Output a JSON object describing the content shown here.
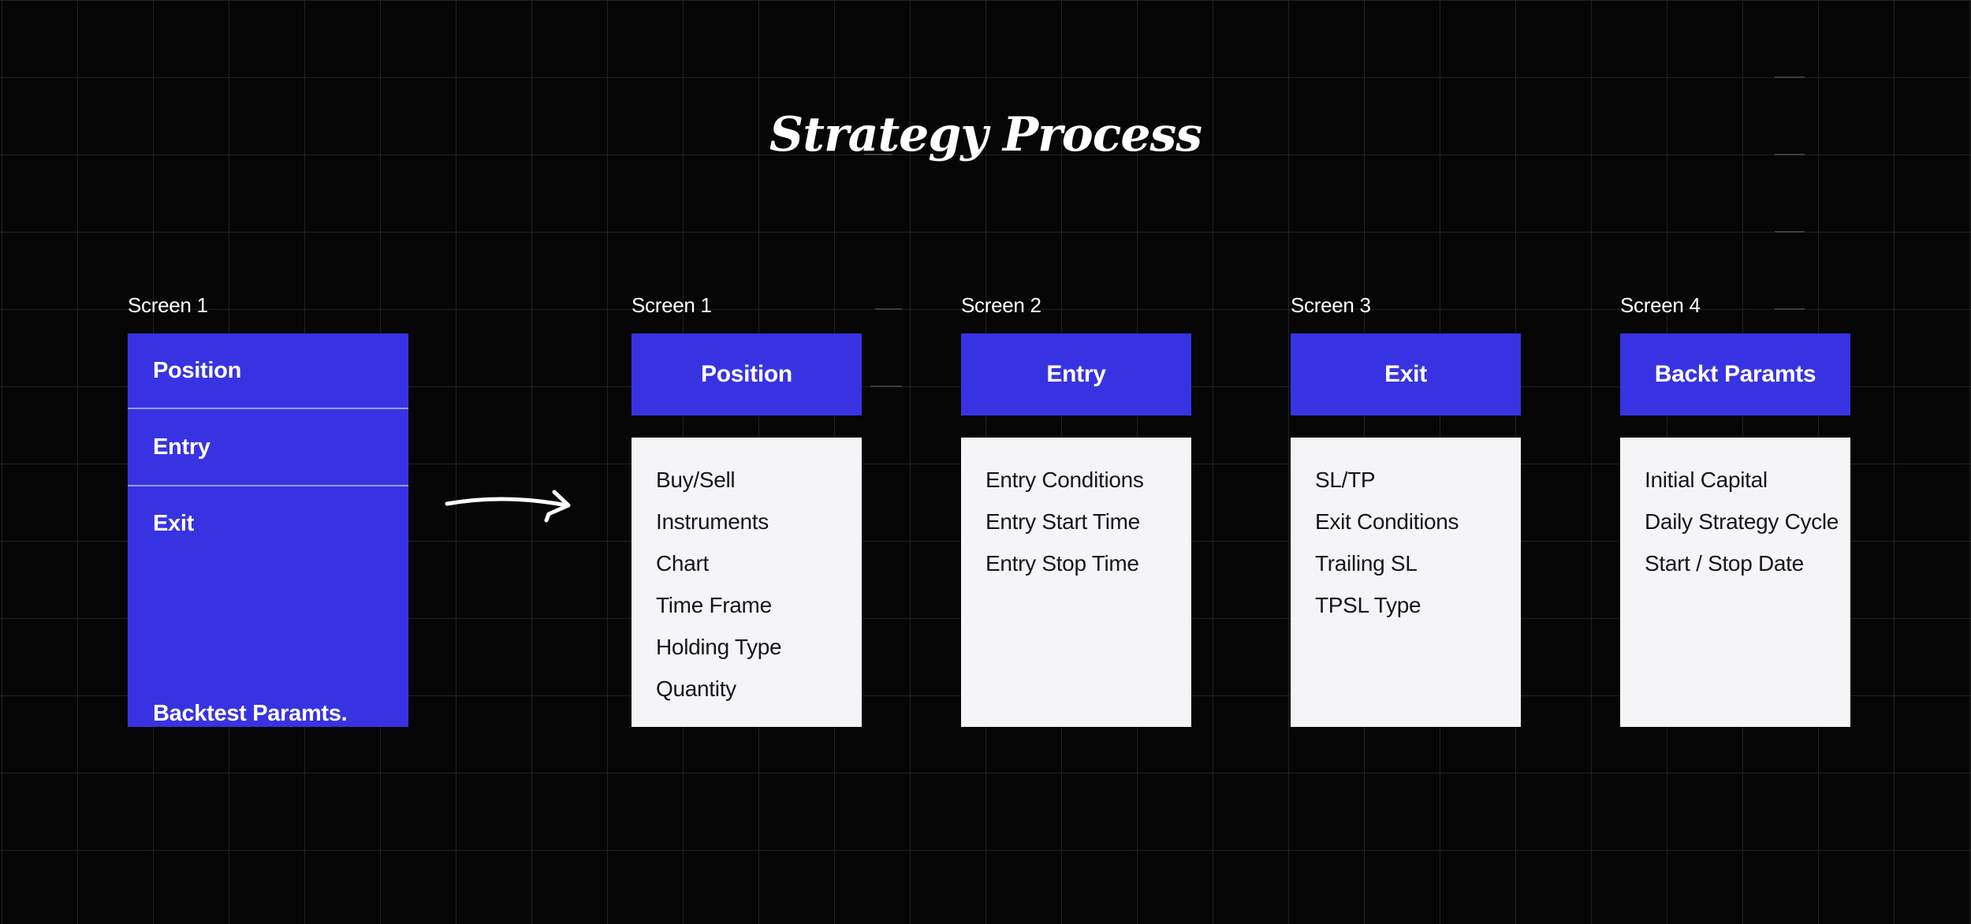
{
  "colors": {
    "background": "#060606",
    "grid-line": "#212121",
    "grid-dash": "#3d3d3d",
    "accent-blue": "#3833E2",
    "panel-white": "#F5F5F7",
    "text-dark": "#17171B",
    "text-light": "#FFFFFF",
    "divider": "rgba(255,255,255,0.5)"
  },
  "title": "Strategy Process",
  "overview": {
    "label": "Screen 1",
    "items": [
      "Position",
      "Entry",
      "Exit",
      "Backtest Paramts."
    ]
  },
  "arrow": {
    "icon": "curved-right-arrow"
  },
  "screens": [
    {
      "label": "Screen 1",
      "header": "Position",
      "items": [
        "Buy/Sell",
        "Instruments",
        "Chart",
        "Time Frame",
        "Holding Type",
        "Quantity"
      ]
    },
    {
      "label": "Screen 2",
      "header": "Entry",
      "items": [
        "Entry Conditions",
        "Entry Start Time",
        "Entry Stop Time"
      ]
    },
    {
      "label": "Screen 3",
      "header": "Exit",
      "items": [
        "SL/TP",
        "Exit Conditions",
        "Trailing SL",
        "TPSL Type"
      ]
    },
    {
      "label": "Screen 4",
      "header": "Backt Paramts",
      "items": [
        "Initial Capital",
        "Daily Strategy Cycle",
        "Start / Stop Date"
      ]
    }
  ]
}
